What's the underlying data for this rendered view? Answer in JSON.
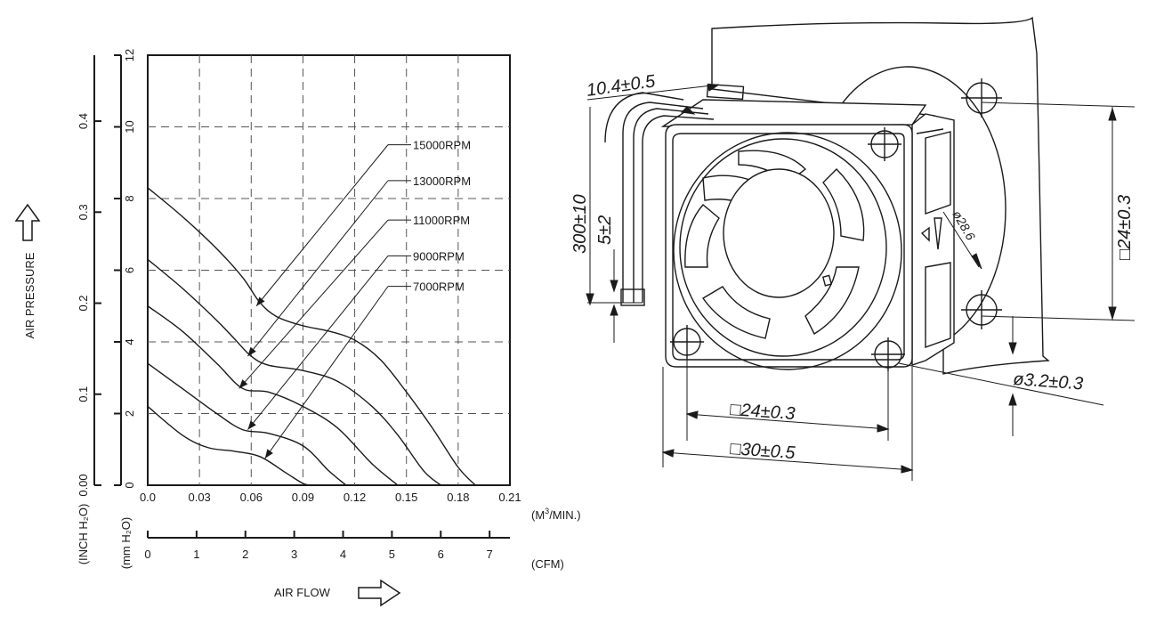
{
  "chart_data": {
    "type": "line",
    "title": "",
    "xlabel": "AIR FLOW",
    "ylabel": "AIR PRESSURE",
    "x_unit": "(M³/MIN.)",
    "x_unit_base": "(M",
    "x_unit_sup": "3",
    "x_unit_tail": "/MIN.)",
    "x_ticks": [
      "0.0",
      "0.03",
      "0.06",
      "0.09",
      "0.12",
      "0.15",
      "0.18",
      "0.21"
    ],
    "xlim": [
      0,
      0.21
    ],
    "ylim": [
      0,
      12
    ],
    "y_unit_mm": "(mm H₂O)",
    "y_unit_inch": "(INCH H₂O)",
    "y_ticks_mm": [
      "0",
      "2",
      "4",
      "6",
      "8",
      "10",
      "12"
    ],
    "y_ticks_inch": [
      "0.00",
      "0.1",
      "0.2",
      "0.3",
      "0.4"
    ],
    "x2_unit": "(CFM)",
    "x2_ticks": [
      "0",
      "1",
      "2",
      "3",
      "4",
      "5",
      "6",
      "7"
    ],
    "grid": true,
    "series": [
      {
        "name": "15000RPM",
        "x": [
          0,
          0.02,
          0.04,
          0.055,
          0.065,
          0.075,
          0.09,
          0.105,
          0.12,
          0.135,
          0.15,
          0.165,
          0.18,
          0.19
        ],
        "y": [
          8.3,
          7.5,
          6.6,
          5.8,
          5.1,
          4.7,
          4.45,
          4.3,
          4.05,
          3.5,
          2.6,
          1.6,
          0.5,
          0.0
        ],
        "label_y": 9.5,
        "arrow_to": [
          0.063,
          5.0
        ]
      },
      {
        "name": "13000RPM",
        "x": [
          0,
          0.02,
          0.04,
          0.05,
          0.06,
          0.07,
          0.09,
          0.11,
          0.13,
          0.145,
          0.16,
          0.17
        ],
        "y": [
          6.3,
          5.5,
          4.6,
          4.1,
          3.6,
          3.35,
          3.2,
          2.9,
          2.2,
          1.4,
          0.4,
          0.0
        ],
        "label_y": 8.5,
        "arrow_to": [
          0.058,
          3.6
        ]
      },
      {
        "name": "11000RPM",
        "x": [
          0,
          0.02,
          0.04,
          0.055,
          0.07,
          0.09,
          0.11,
          0.13,
          0.145
        ],
        "y": [
          5.0,
          4.3,
          3.4,
          2.7,
          2.6,
          2.2,
          1.6,
          0.6,
          0.0
        ],
        "label_y": 7.4,
        "arrow_to": [
          0.053,
          2.7
        ]
      },
      {
        "name": "9000RPM",
        "x": [
          0,
          0.02,
          0.04,
          0.055,
          0.07,
          0.09,
          0.105,
          0.115
        ],
        "y": [
          3.4,
          2.7,
          2.0,
          1.55,
          1.45,
          1.1,
          0.4,
          0.0
        ],
        "label_y": 6.4,
        "arrow_to": [
          0.058,
          1.55
        ]
      },
      {
        "name": "7000RPM",
        "x": [
          0,
          0.02,
          0.035,
          0.05,
          0.065,
          0.08,
          0.09,
          0.095
        ],
        "y": [
          2.2,
          1.4,
          1.05,
          0.95,
          0.8,
          0.35,
          0.05,
          0.0
        ],
        "label_y": 5.55,
        "arrow_to": [
          0.068,
          0.75
        ]
      }
    ]
  },
  "drawing": {
    "dim_lead_length": "10.4±0.5",
    "dim_cable_length": "300±10",
    "dim_strip": "5±2",
    "dim_hole_pitch_v": "□24±0.3",
    "dim_hole_pitch_h": "□24±0.3",
    "dim_frame": "□30±0.5",
    "dim_hole": "ø3.2±0.3",
    "dim_blade": "ø28.6"
  }
}
